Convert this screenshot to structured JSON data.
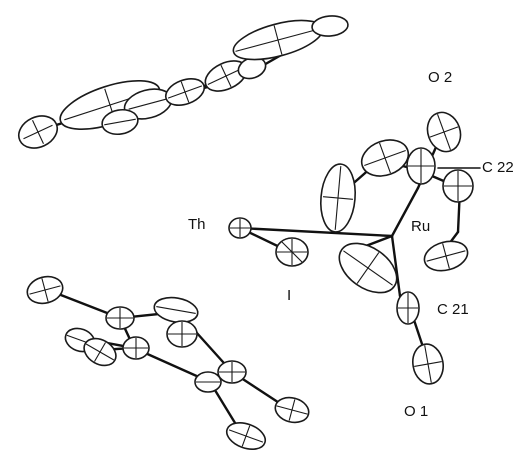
{
  "atom_labels": {
    "th": "Th",
    "ru": "Ru",
    "i": "I",
    "o2": "O 2",
    "c22": "C 22",
    "c21": "C 21",
    "o1": "O 1"
  }
}
